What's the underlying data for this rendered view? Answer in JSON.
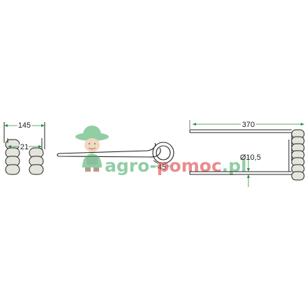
{
  "dimensions": {
    "overall_width": "145",
    "coil_gap": "21",
    "coil_bore": "45",
    "tine_length": "370",
    "wire_diameter": "Ø10,5"
  },
  "watermark": {
    "brand_part1": "agro-",
    "brand_part2": "pomoc",
    "brand_part3": ".pl",
    "icon": "farmer-mascot-icon"
  },
  "colors": {
    "line": "#222222",
    "dimension_arrow": "#2a8a4a",
    "spring_fill": "#dcdcd4",
    "watermark_green": "#3aa65a",
    "watermark_red": "#d83030"
  }
}
